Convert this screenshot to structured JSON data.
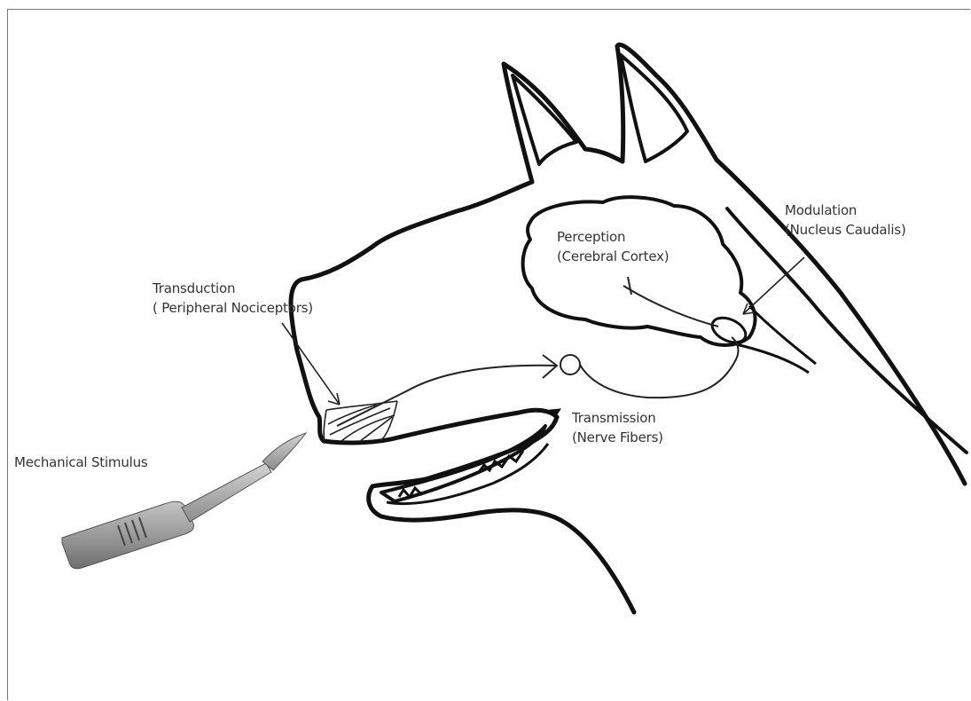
{
  "labels": {
    "transduction": {
      "line1": "Transduction",
      "line2": "( Peripheral Nociceptors)"
    },
    "perception": {
      "line1": "Perception",
      "line2": "(Cerebral Cortex)"
    },
    "modulation": {
      "line1": "Modulation",
      "line2": "(Nucleus Caudalis)"
    },
    "transmission": {
      "line1": "Transmission",
      "line2": "(Nerve Fibers)"
    },
    "stimulus": {
      "line1": "Mechanical Stimulus"
    }
  },
  "colors": {
    "outline": "#111111",
    "thin_line": "#222222",
    "text": "#333333",
    "scalpel_body": "#8f8f8f",
    "scalpel_blade": "#b0b0b0"
  }
}
